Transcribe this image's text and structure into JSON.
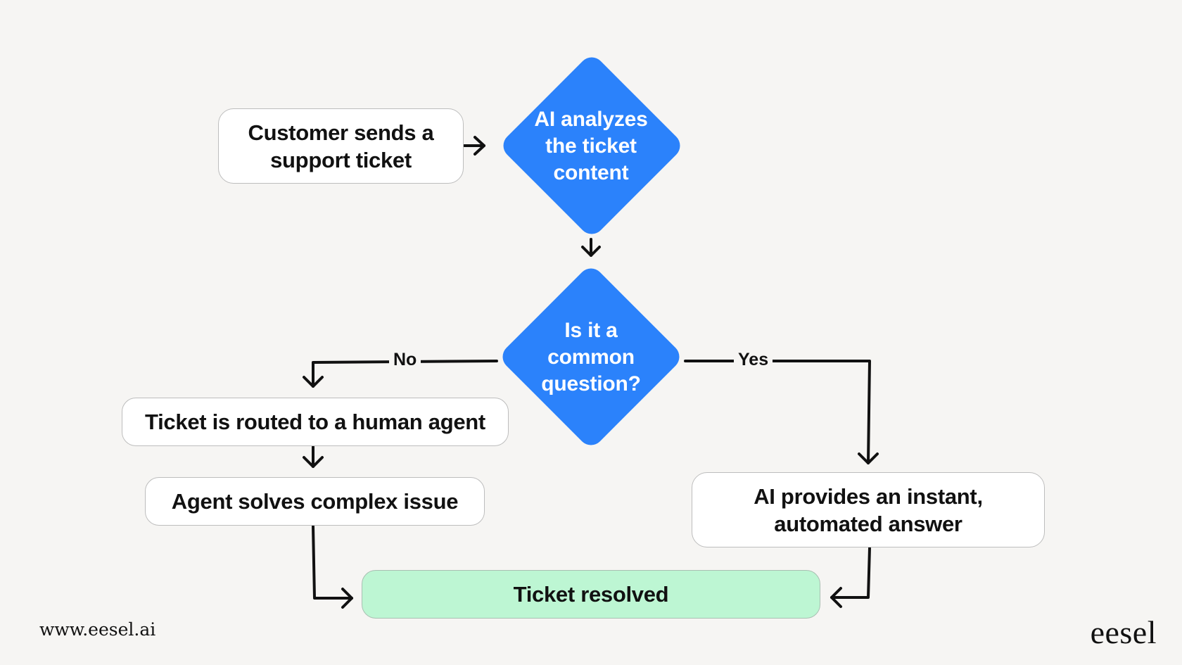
{
  "nodes": {
    "start": "Customer sends a support ticket",
    "analyze": "AI analyzes the ticket content",
    "decision": "Is it a common question?",
    "human": "Ticket is routed to a human agent",
    "agent": "Agent solves complex issue",
    "ai_answer": "AI provides an instant, automated answer",
    "resolved": "Ticket resolved"
  },
  "edges": {
    "no_label": "No",
    "yes_label": "Yes"
  },
  "footer": {
    "url": "www.eesel.ai",
    "brand": "eesel"
  },
  "colors": {
    "decision_fill": "#2b82fb",
    "resolved_fill": "#bdf6d3",
    "box_fill": "#ffffff",
    "background": "#f6f5f3"
  }
}
